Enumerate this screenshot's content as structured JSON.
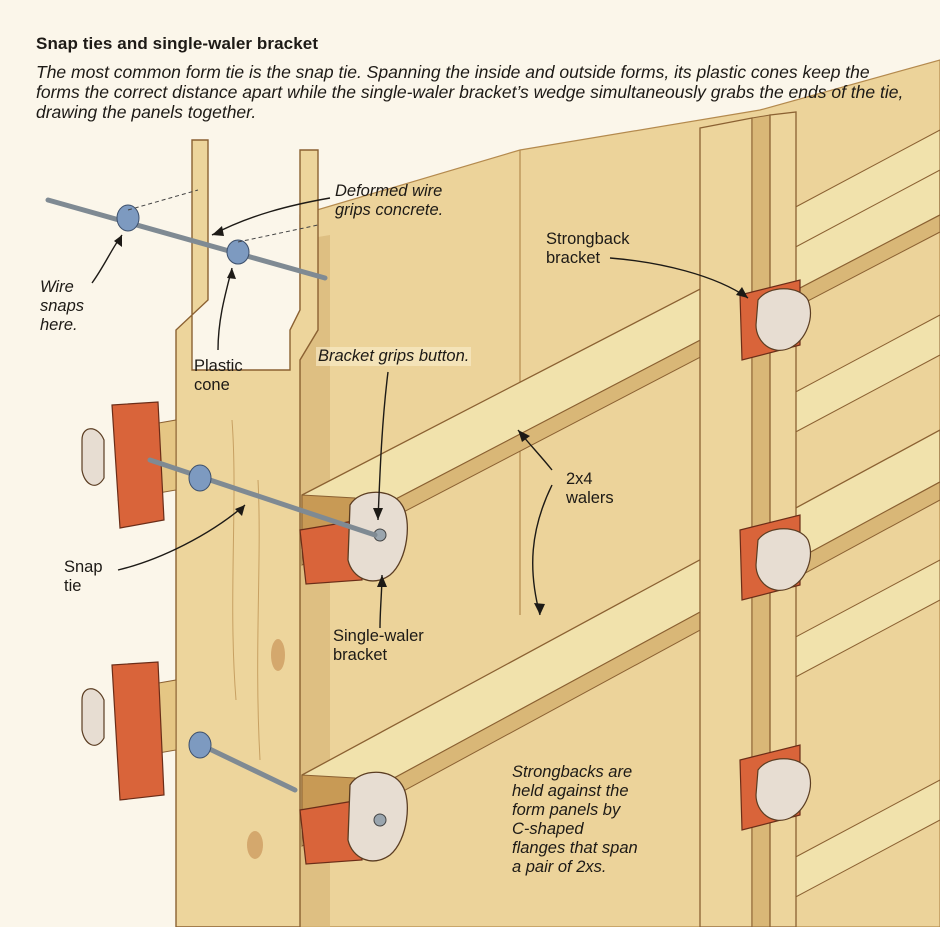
{
  "header": {
    "title": "Snap ties and single-waler bracket",
    "caption": "The most common form tie is the snap tie. Spanning the inside and outside forms, its plastic cones keep the forms the correct distance apart while the single-waler bracket’s wedge simultaneously grabs the ends of the tie, drawing the panels together."
  },
  "labels": {
    "deformed_wire": "Deformed wire\ngrips concrete.",
    "wire_snaps": "Wire\nsnaps\nhere.",
    "plastic_cone": "Plastic\ncone",
    "bracket_grips": "Bracket grips button.",
    "strongback_bracket": "Strongback\nbracket",
    "walers": "2x4\nwalers",
    "snap_tie": "Snap\ntie",
    "single_waler_bracket": "Single-waler\nbracket",
    "strongbacks_note": "Strongbacks are\nheld against the\nform panels by\nC-shaped\nflanges that span\na pair of 2xs."
  },
  "colors": {
    "panel": "#ecd39a",
    "panel_shade": "#d9b777",
    "wood_light": "#f1e2ac",
    "wood_end": "#c89a55",
    "bracket_orange": "#d9643a",
    "bracket_dark": "#a7432a",
    "metal": "#e7ddd2",
    "cone_blue": "#7d9ac0",
    "rod": "#7f8a93",
    "outline": "#5b3d22",
    "background": "#fbf6ea"
  }
}
